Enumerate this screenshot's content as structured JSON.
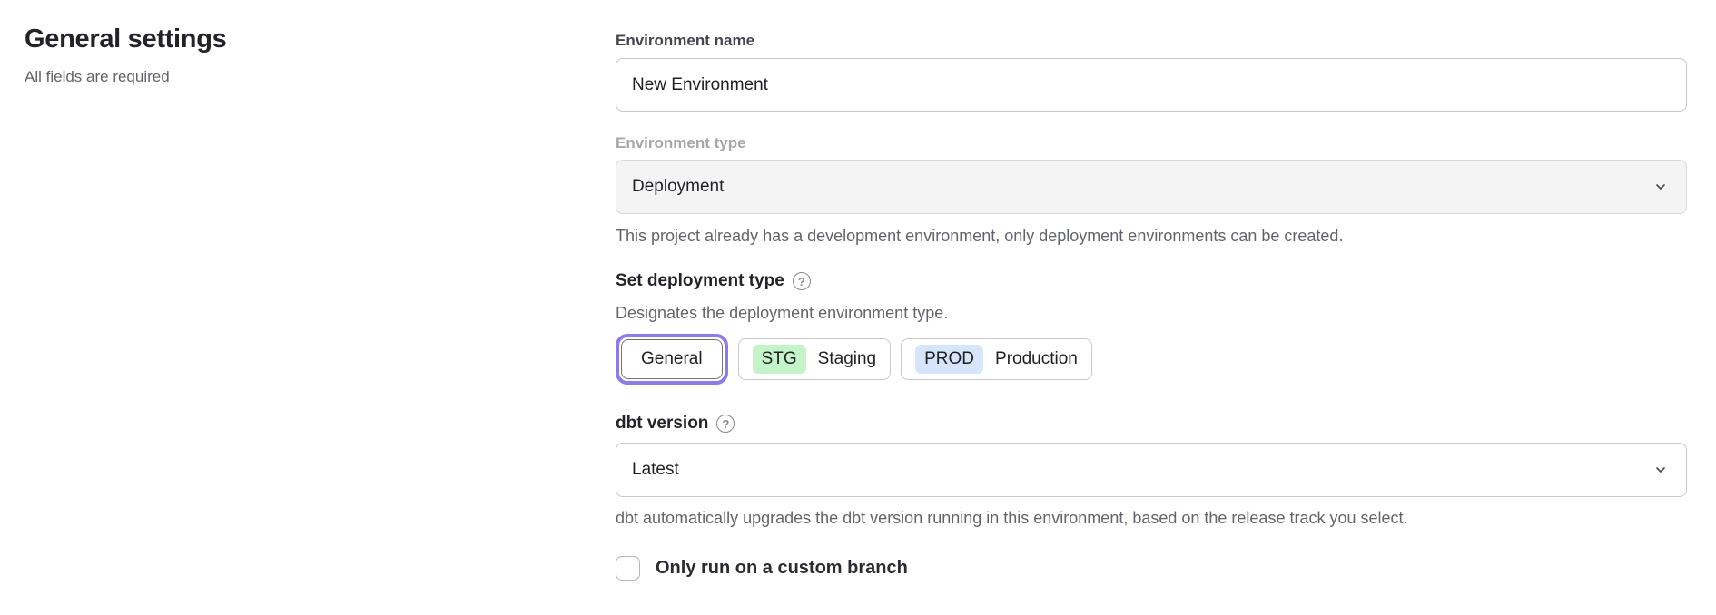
{
  "page": {
    "title": "General settings",
    "subtitle": "All fields are required"
  },
  "form": {
    "environment_name": {
      "label": "Environment name",
      "value": "New Environment"
    },
    "environment_type": {
      "label": "Environment type",
      "value": "Deployment",
      "disabled": true,
      "helper": "This project already has a development environment, only deployment environments can be created."
    },
    "deployment_type": {
      "heading": "Set deployment type",
      "help_icon": "?",
      "description": "Designates the deployment environment type.",
      "options": [
        {
          "label": "General",
          "badge": "",
          "selected": true
        },
        {
          "label": "Staging",
          "badge": "STG",
          "selected": false
        },
        {
          "label": "Production",
          "badge": "PROD",
          "selected": false
        }
      ]
    },
    "dbt_version": {
      "heading": "dbt version",
      "help_icon": "?",
      "value": "Latest",
      "helper": "dbt automatically upgrades the dbt version running in this environment, based on the release track you select."
    },
    "custom_branch": {
      "label": "Only run on a custom branch",
      "checked": false
    }
  },
  "colors": {
    "accent_purple": "#8b7ce9",
    "badge_green": "#c4f3c9",
    "badge_blue": "#d7e5fb",
    "disabled_field_bg": "#f4f4f5"
  }
}
